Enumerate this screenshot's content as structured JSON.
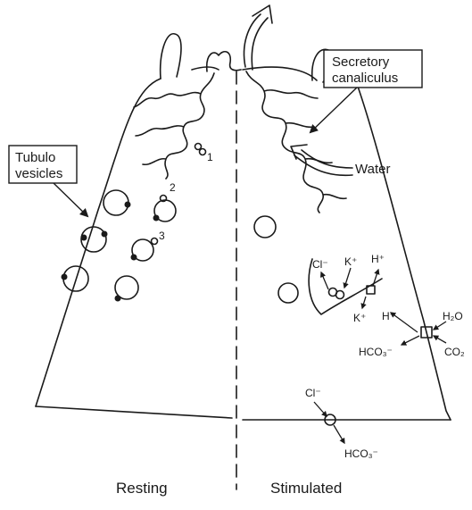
{
  "labels": {
    "secretory_line1": "Secretory",
    "secretory_line2": "canaliculus",
    "tubulo_line1": "Tubulo",
    "tubulo_line2": "vesicles",
    "water": "Water",
    "resting": "Resting",
    "stimulated": "Stimulated"
  },
  "vesicle_numbers": [
    "1",
    "2",
    "3"
  ],
  "ions": {
    "cl_top": "Cl⁻",
    "k_top": "K⁺",
    "h_top": "H⁺",
    "k_bottom": "K⁺",
    "h_mid": "H⁺",
    "h2o": "H₂O",
    "hco3_mid": "HCO₃⁻",
    "co2": "CO₂",
    "cl_bottom": "Cl⁻",
    "hco3_bottom": "HCO₃⁻"
  },
  "colors": {
    "ink": "#1a1a1a",
    "background": "#ffffff"
  }
}
